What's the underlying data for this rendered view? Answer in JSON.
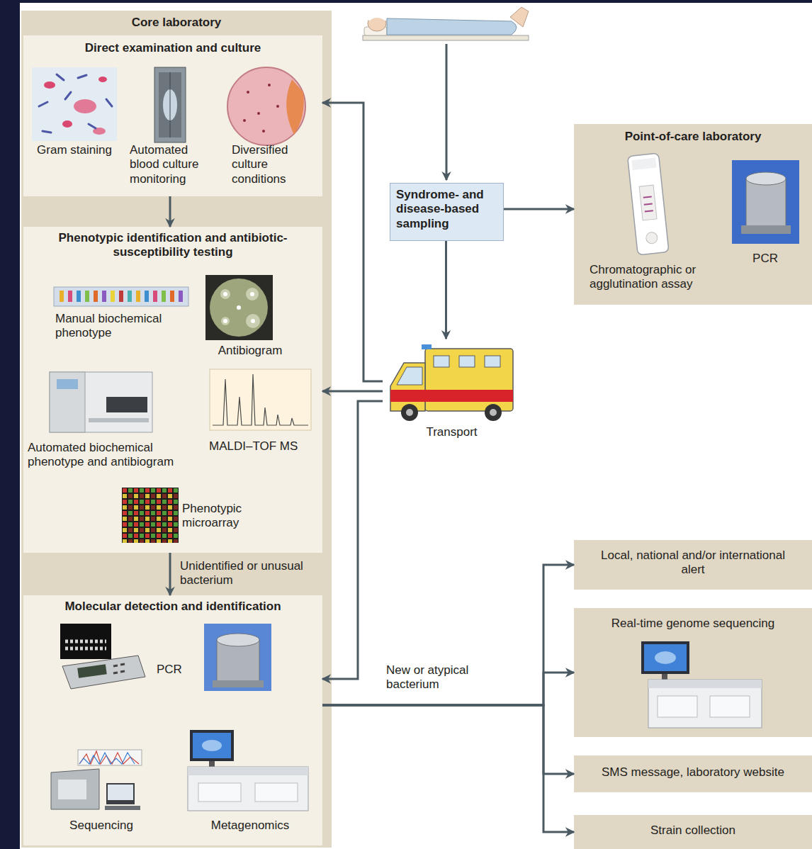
{
  "diagram": {
    "nodes": [
      {
        "text": [
          "Core laboratory"
        ]
      },
      {
        "text": [
          "Direct examination and culture",
          "Gram staining",
          "Automated blood culture monitoring",
          "Diversified culture conditions"
        ],
        "in": 0
      },
      {
        "text": [
          "Phenotypic identification and antibiotic-susceptibility testing",
          "Manual biochemical phenotype",
          "Antibiogram",
          "Automated biochemical phenotype and antibiogram",
          "MALDI–TOF MS",
          "Phenotypic microarray"
        ],
        "in": 0
      },
      {
        "text": [
          "Molecular detection and identification",
          "PCR",
          "Sequencing",
          "Metagenomics"
        ],
        "in": 0
      },
      {
        "text": [
          "Syndrome- and disease-based sampling"
        ]
      },
      {
        "text": [
          "Point-of-care laboratory",
          "Chromatographic or agglutination assay",
          "PCR"
        ]
      },
      {
        "text": [
          "Transport"
        ]
      },
      {
        "text": [
          "Local, national and/or international alert"
        ]
      },
      {
        "text": [
          "Real-time genome sequencing"
        ]
      },
      {
        "text": [
          "SMS message, laboratory website"
        ]
      },
      {
        "text": [
          "Strain collection"
        ]
      }
    ],
    "edges": [
      {
        "from": 4,
        "to": 5,
        "arrow": "to"
      },
      {
        "from": 4,
        "to": 6,
        "arrow": "to"
      },
      {
        "from": 6,
        "to": 1,
        "arrow": "to"
      },
      {
        "from": 6,
        "to": 2,
        "arrow": "to"
      },
      {
        "from": 6,
        "to": 3,
        "arrow": "to"
      },
      {
        "from": 1,
        "to": 2,
        "arrow": "to"
      },
      {
        "from": 2,
        "to": 3,
        "label": "Unidentified or unusual bacterium",
        "arrow": "to"
      },
      {
        "from": 3,
        "to": 7,
        "label": "New or atypical bacterium",
        "arrow": "to"
      },
      {
        "from": 3,
        "to": 8,
        "arrow": "to"
      },
      {
        "from": 3,
        "to": 9,
        "arrow": "to"
      },
      {
        "from": 3,
        "to": 10,
        "arrow": "to"
      }
    ]
  }
}
